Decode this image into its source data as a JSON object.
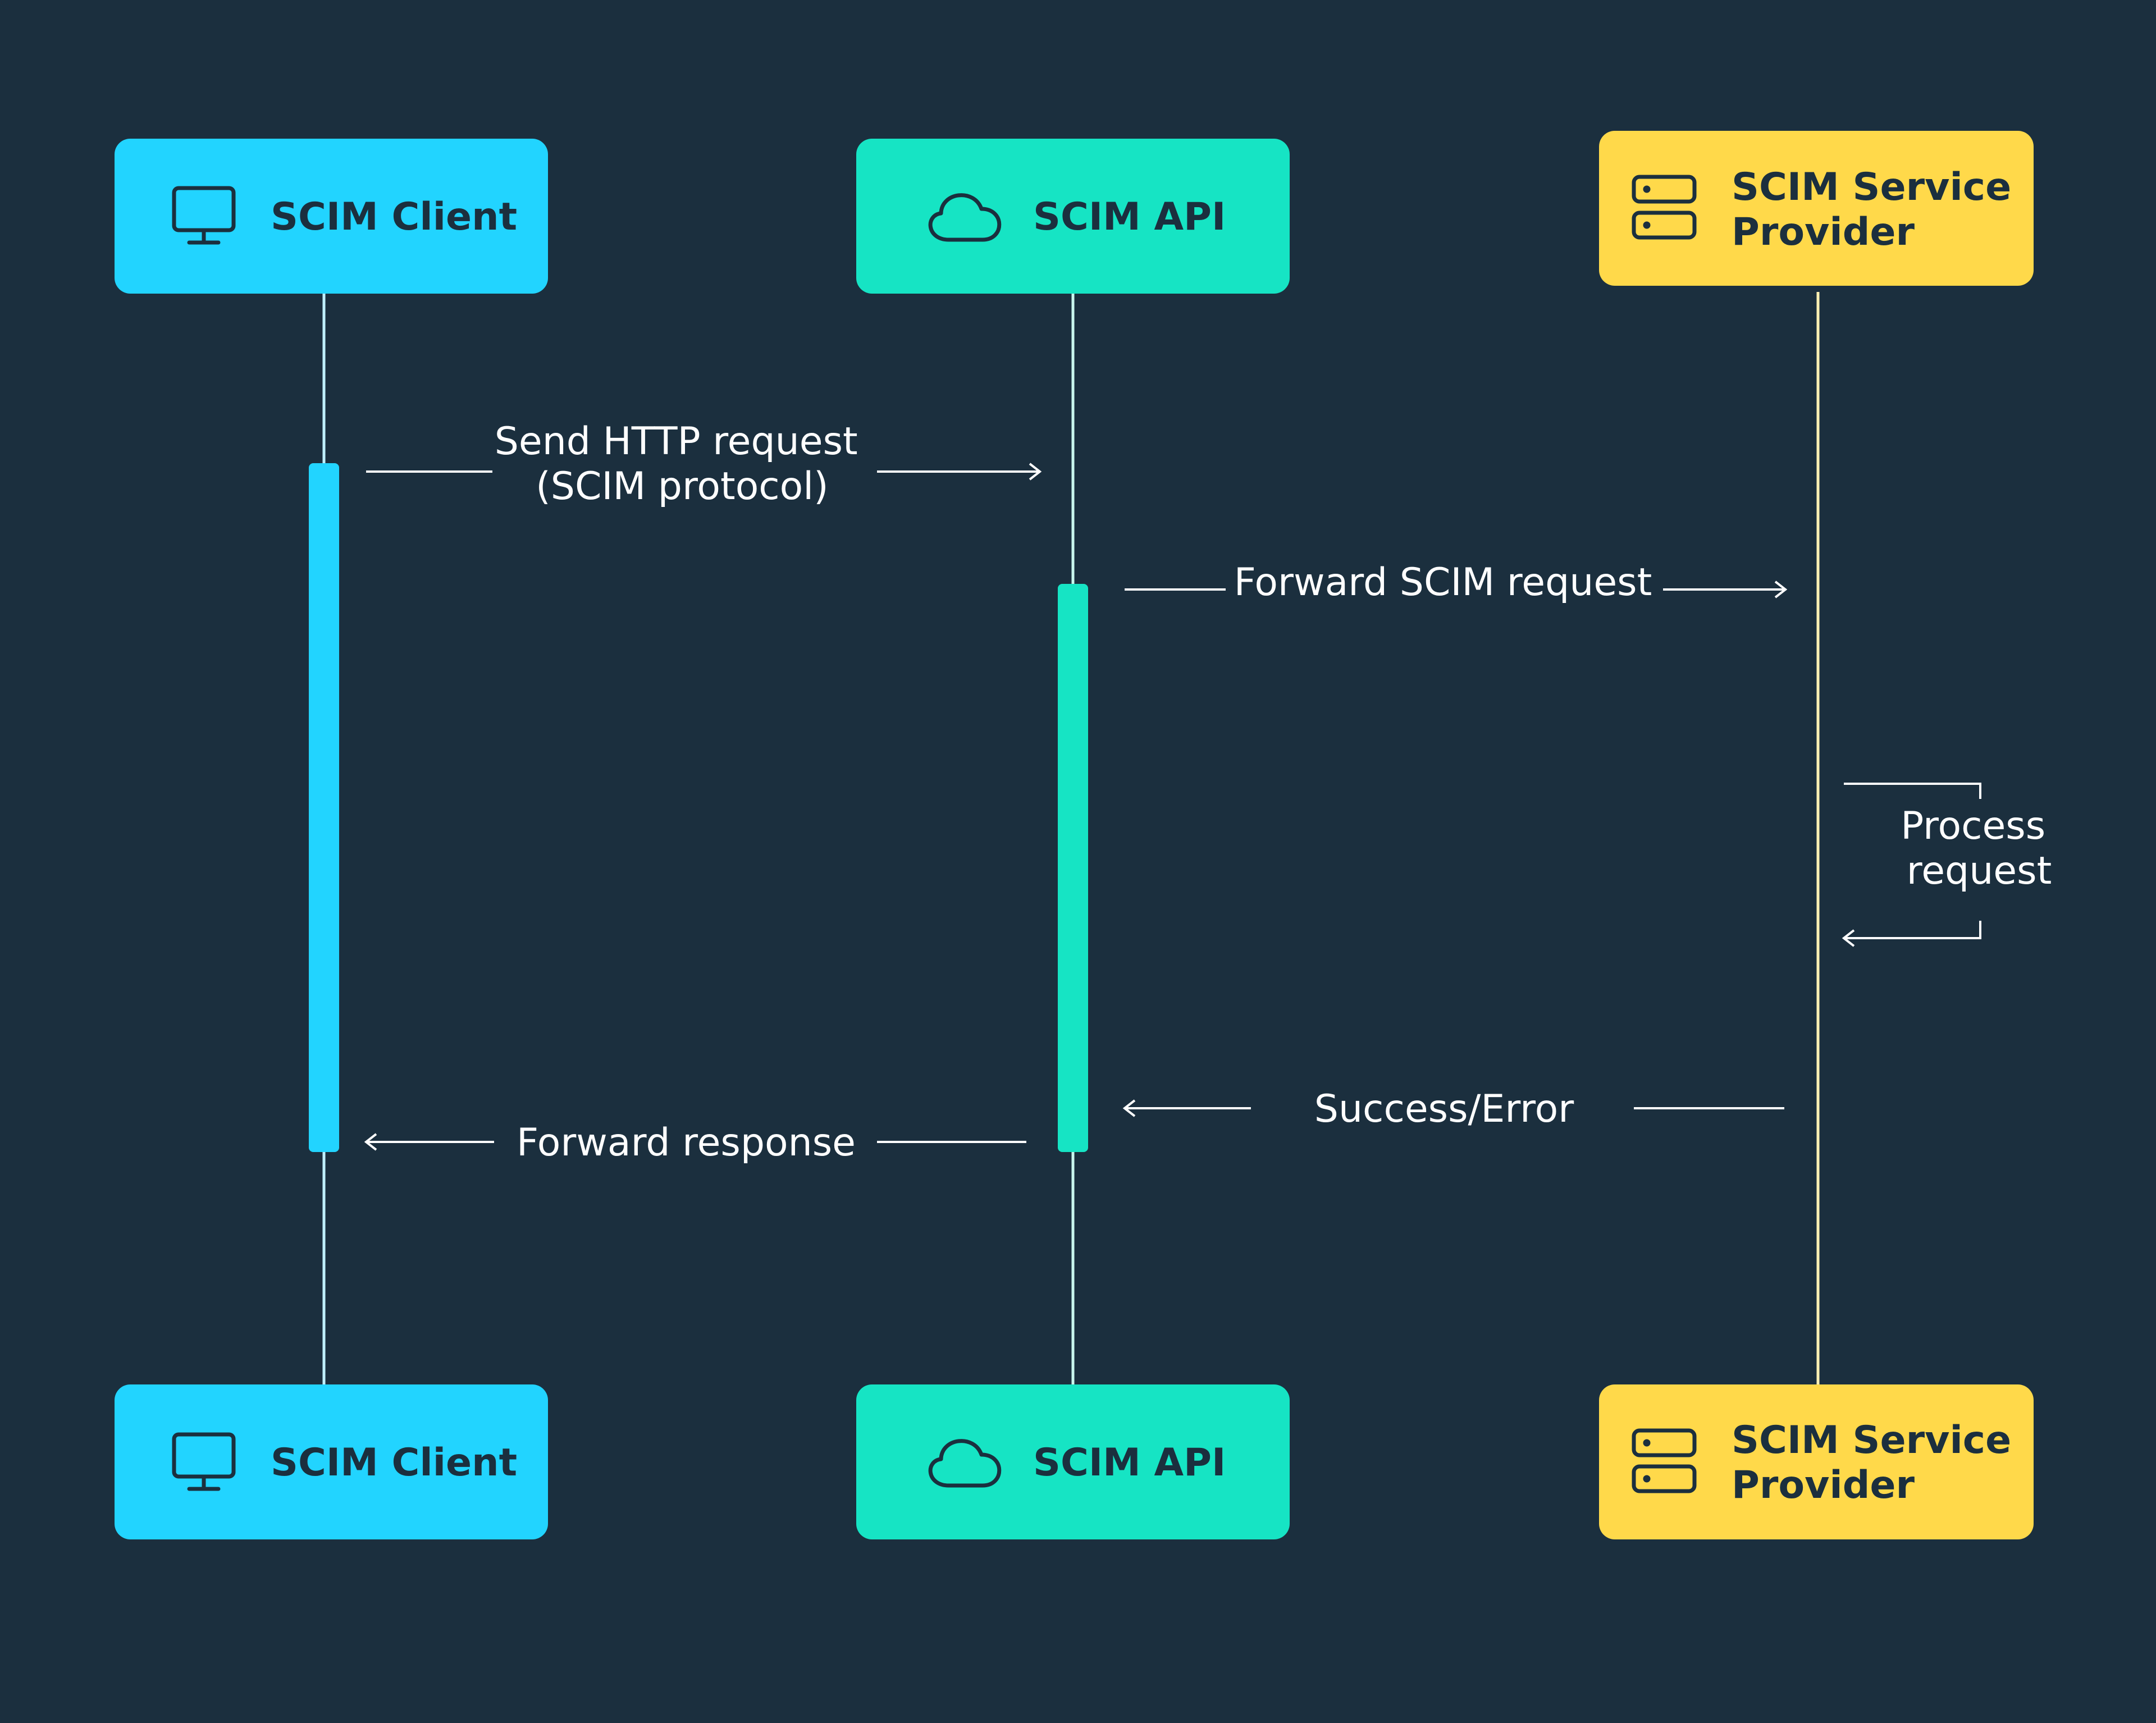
{
  "colors": {
    "background": "#1b2f3e",
    "client": "#22d4ff",
    "api": "#16e4c4",
    "provider": "#ffd94a",
    "lifeline_client": "#bff0ff",
    "lifeline_api": "#c9f7ee",
    "lifeline_provider": "#fff1b3",
    "text_dark": "#1b2f3e",
    "text_light": "#ffffff"
  },
  "actors": {
    "client": {
      "label": "SCIM Client",
      "icon": "monitor-icon"
    },
    "api": {
      "label": "SCIM API",
      "icon": "cloud-icon"
    },
    "provider": {
      "label_line1": "SCIM Service",
      "label_line2": "Provider",
      "icon": "server-icon"
    }
  },
  "messages": {
    "send_request": {
      "line1": "Send HTTP request",
      "line2": "(SCIM protocol)"
    },
    "forward_request": {
      "label": "Forward SCIM request"
    },
    "process": {
      "line1": "Process",
      "line2": "request"
    },
    "success_error": {
      "label": "Success/Error"
    },
    "forward_response": {
      "label": "Forward response"
    }
  }
}
